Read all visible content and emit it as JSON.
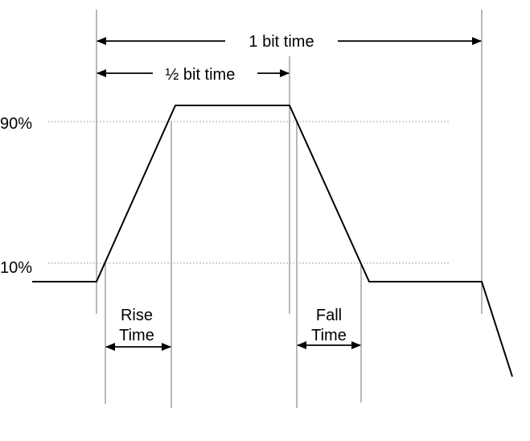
{
  "diagram": {
    "labels": {
      "one_bit_time": "1 bit time",
      "half_bit_time": "½ bit time",
      "level_90": "90%",
      "level_10": "10%",
      "rise_line1": "Rise",
      "rise_line2": "Time",
      "fall_line1": "Fall",
      "fall_line2": "Time"
    },
    "colors": {
      "stroke": "#000000",
      "guide": "#888888",
      "threshold": "#a8a8a8",
      "background": "#ffffff"
    }
  }
}
